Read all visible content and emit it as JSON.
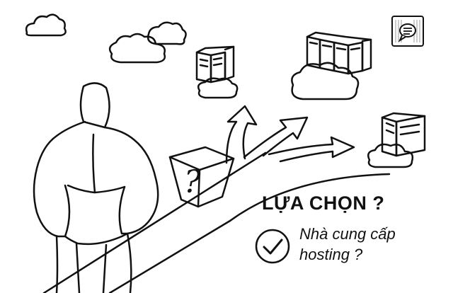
{
  "headline": "LỰA CHỌN ?",
  "subtitle": {
    "line1": "Nhà cung cấp",
    "line2": "hosting ?"
  },
  "box_mark": "?",
  "icons": {
    "chat": "chat-bubble-icon",
    "check": "check-circle-icon",
    "clouds": "cloud-icon",
    "servers": "server-rack-icon",
    "arrows": "arrow-icon",
    "mystery_box": "question-box-icon"
  },
  "colors": {
    "ink": "#111111",
    "background": "#ffffff"
  }
}
